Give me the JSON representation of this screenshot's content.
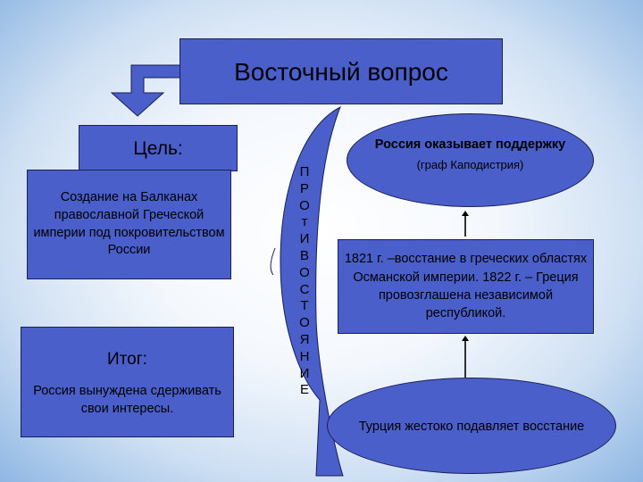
{
  "title": "Восточный вопрос",
  "goal": {
    "header": "Цель:",
    "text": "Создание на Балканах православной Греческой империи под покровительством России"
  },
  "result": {
    "header": "Итог:",
    "text": "Россия вынуждена сдерживать свои интересы."
  },
  "support": {
    "main": "Россия оказывает поддержку",
    "sub": "(граф Каподистрия)"
  },
  "events": "1821 г. –восстание в греческих областях Османской империи. 1822 г. – Греция провозглашена независимой республикой.",
  "suppression": "Турция жестоко подавляет восстание",
  "opposition": [
    "П",
    "Р",
    "О",
    "т",
    "И",
    "В",
    "О",
    "С",
    "Т",
    "О",
    "Я",
    "Н",
    "И",
    "Е"
  ],
  "colors": {
    "box_fill": "#4a5fc9",
    "border": "#1a1f55"
  }
}
